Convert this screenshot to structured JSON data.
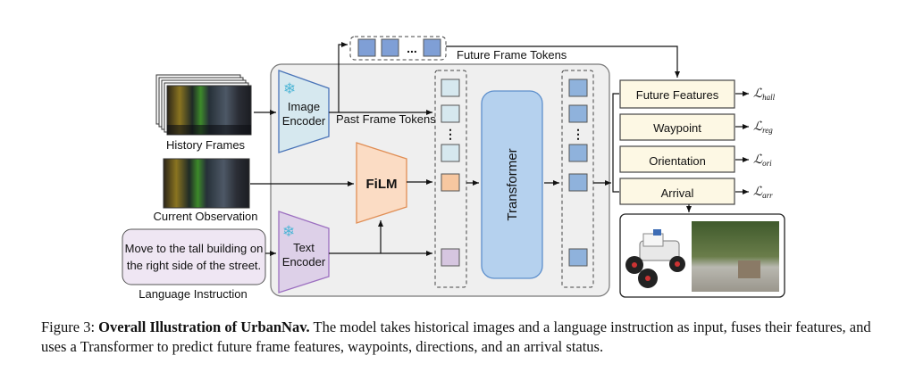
{
  "figure": {
    "title": "Overall Illustration of UrbanNav",
    "inputs": {
      "history_frames": "History Frames",
      "current_observation": "Current Observation",
      "language_instruction_label": "Language Instruction",
      "instruction_line1": "Move to the tall building on",
      "instruction_line2": "the right side of the street."
    },
    "modules": {
      "image_encoder_line1": "Image",
      "image_encoder_line2": "Encoder",
      "text_encoder_line1": "Text",
      "text_encoder_line2": "Encoder",
      "film": "FiLM",
      "transformer": "Transformer"
    },
    "tokens": {
      "past_frame_tokens": "Past Frame Tokens",
      "future_frame_tokens": "Future Frame Tokens",
      "ellipsis": "..."
    },
    "heads": [
      {
        "label": "Future Features",
        "loss": "ℒ",
        "loss_sub": "hall"
      },
      {
        "label": "Waypoint",
        "loss": "ℒ",
        "loss_sub": "reg"
      },
      {
        "label": "Orientation",
        "loss": "ℒ",
        "loss_sub": "ori"
      },
      {
        "label": "Arrival",
        "loss": "ℒ",
        "loss_sub": "arr"
      }
    ],
    "icons": {
      "frozen": "snowflake-icon"
    },
    "colors": {
      "image_encoder_fill": "#d6e8ef",
      "image_encoder_stroke": "#4a74b8",
      "text_encoder_fill": "#ddd0e8",
      "text_encoder_stroke": "#9c6fc0",
      "film_fill": "#fbdcc4",
      "film_stroke": "#e08e55",
      "transformer_fill": "#b5d1ee",
      "transformer_stroke": "#5d8fcc",
      "past_token": "#d6e8ef",
      "fused_token": "#f7c7a0",
      "text_token": "#d6c6e0",
      "output_token": "#8fb2dc",
      "future_token": "#7f9fd6",
      "head_fill": "#fdf8e4",
      "panel_fill": "#efefef"
    }
  },
  "caption": {
    "prefix": "Figure 3: ",
    "bold": "Overall Illustration of UrbanNav.",
    "text": " The model takes historical images and a language instruction as input, fuses their features, and uses a Transformer to predict future frame features, waypoints, directions, and an arrival status."
  }
}
